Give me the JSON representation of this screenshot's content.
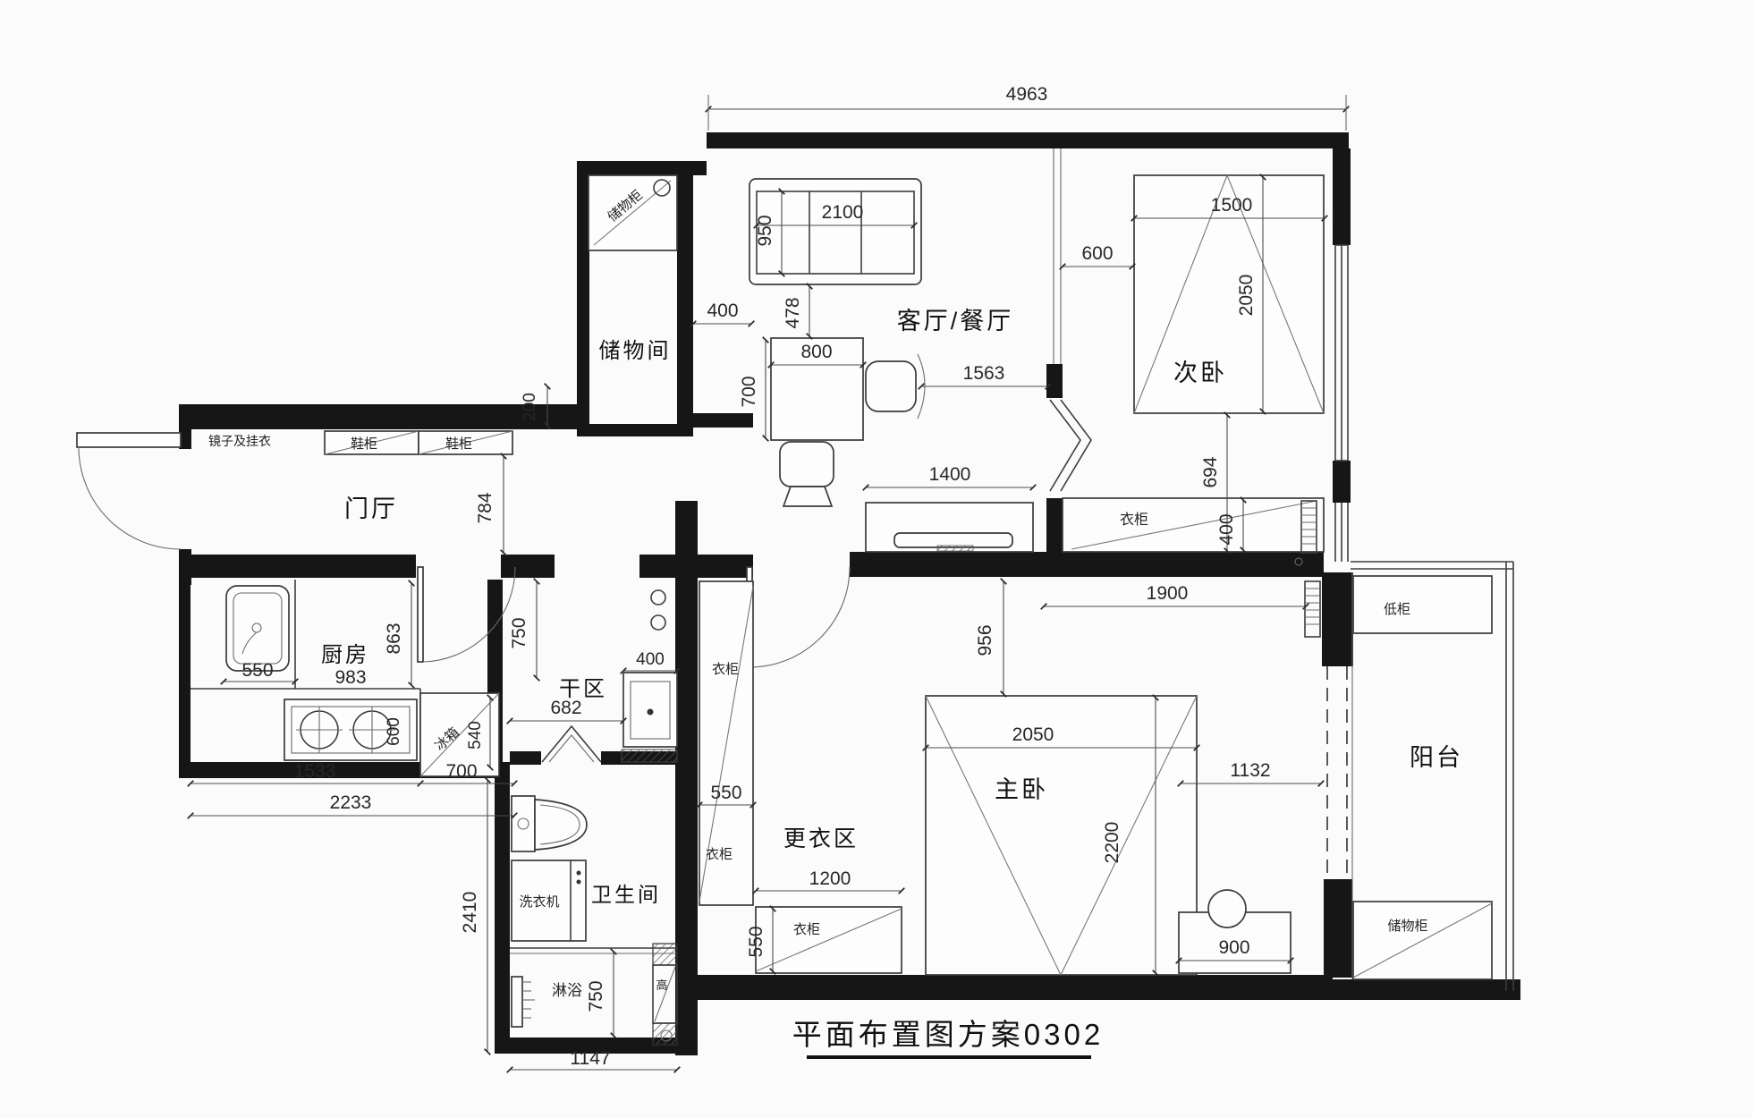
{
  "title": "平面布置图方案0302",
  "rooms": {
    "storage_room": "储物间",
    "living_dining": "客厅/餐厅",
    "bedroom2": "次卧",
    "entry": "门厅",
    "kitchen": "厨房",
    "dry_area": "干区",
    "bathroom": "卫生间",
    "dressing": "更衣区",
    "master": "主卧",
    "balcony": "阳台"
  },
  "furniture": {
    "storage_cabinet": "储物柜",
    "mirror_coat": "镜子及挂衣",
    "shoe_cabinet": "鞋柜",
    "fridge": "冰箱",
    "wardrobe": "衣柜",
    "washer": "洗衣机",
    "shower": "淋浴",
    "shaft": "高",
    "low_cabinet": "低柜"
  },
  "dims": {
    "total_top": "4963",
    "sofa_depth": "950",
    "sofa_width": "2100",
    "sofa_gap": "478",
    "storage_strip": "400",
    "table_width": "800",
    "table_depth": "700",
    "living_width": "1563",
    "bed2_side": "600",
    "bed2_width": "1500",
    "bed2_length": "2050",
    "bed2_foot": "694",
    "tv_cabinet": "1400",
    "wardrobe_depth": "400",
    "hall_width": "1900",
    "bed1_head": "956",
    "wall_gap": "200",
    "entry_depth": "784",
    "sink": "550",
    "counter": "983",
    "kitchen_depth": "863",
    "kitchen_door": "750",
    "stove": "600",
    "fridge": "540",
    "counter_run": "1533",
    "fridge_run": "700",
    "kitchen_width": "2233",
    "dry_width": "682",
    "basin": "400",
    "bath_height": "2410",
    "shower_depth": "750",
    "bath_width": "1147",
    "strip_width": "550",
    "wardrobe2_width": "1200",
    "wardrobe2_depth": "550",
    "bed1_width": "2050",
    "bed1_length": "2200",
    "nightstand": "900",
    "bed1_side": "1132"
  }
}
